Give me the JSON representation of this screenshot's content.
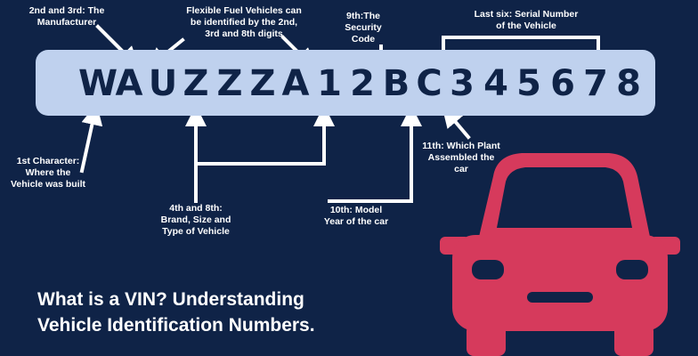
{
  "vin": {
    "characters": [
      "W",
      "A",
      "U",
      "Z",
      "Z",
      "Z",
      "A",
      "1",
      "2",
      "B",
      "C",
      "3",
      "4",
      "5",
      "6",
      "7",
      "8"
    ]
  },
  "labels": {
    "manufacturer": [
      "2nd and 3rd: The",
      "Manufacturer"
    ],
    "flex_fuel": [
      "Flexible Fuel Vehicles can",
      "be identified by the 2nd,",
      "3rd and 8th digits"
    ],
    "security": [
      "9th:The",
      "Security",
      "Code"
    ],
    "serial": [
      "Last six: Serial Number",
      "of the Vehicle"
    ],
    "first_char": [
      "1st Character:",
      "Where the",
      "Vehicle was built"
    ],
    "brand": [
      "4th and 8th:",
      "Brand, Size and",
      "Type of Vehicle"
    ],
    "model_year": [
      "10th: Model",
      "Year of the car"
    ],
    "plant": [
      "11th: Which Plant",
      "Assembled the",
      "car"
    ]
  },
  "title": [
    "What is a VIN? Understanding",
    "Vehicle Identification Numbers."
  ],
  "icons": [
    "car-icon"
  ],
  "colors": {
    "background": "#0f2347",
    "vin_bar": "#bfd1ee",
    "vin_text": "#0f2347",
    "car": "#d63a5c",
    "label_text": "#ffffff"
  }
}
